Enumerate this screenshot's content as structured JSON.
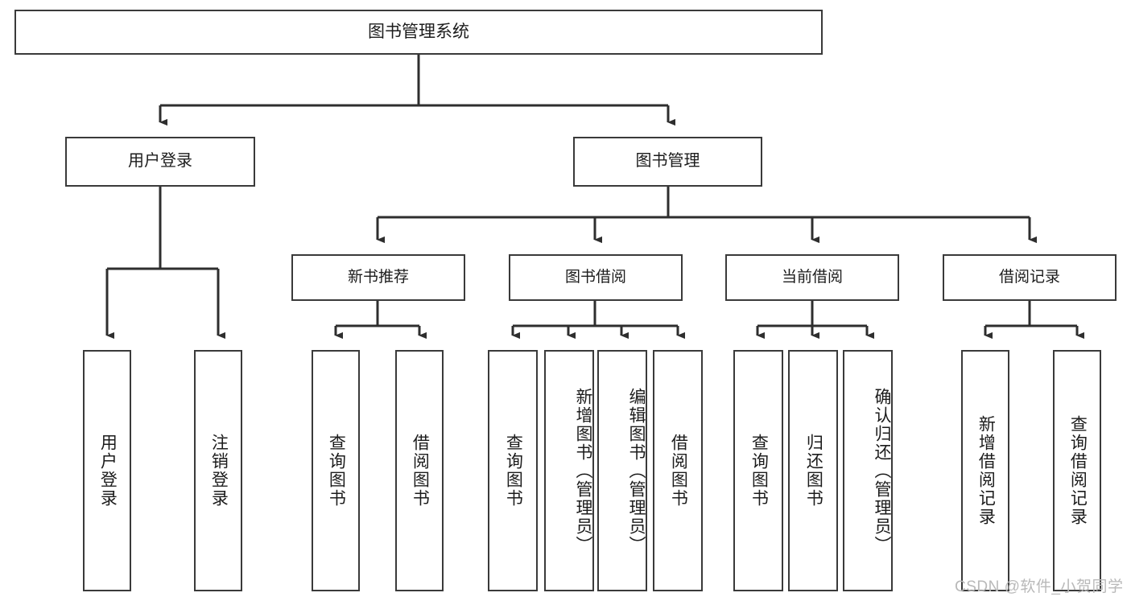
{
  "diagram": {
    "title": "图书管理系统",
    "type": "tree-hierarchy",
    "watermark": "CSDN @软件_小贺同学",
    "colors": {
      "border": "#3a3a3a",
      "fill": "#ffffff",
      "text": "#1c1c1c",
      "watermark": "#b9b9b9"
    },
    "root": {
      "label": "图书管理系统"
    },
    "level2": [
      {
        "label": "用户登录"
      },
      {
        "label": "图书管理"
      }
    ],
    "level3": [
      {
        "label": "新书推荐"
      },
      {
        "label": "图书借阅"
      },
      {
        "label": "当前借阅"
      },
      {
        "label": "借阅记录"
      }
    ],
    "leaves": {
      "user_login": [
        {
          "label": "用户登录"
        },
        {
          "label": "注销登录"
        }
      ],
      "new_book_recommend": [
        {
          "label": "查询图书"
        },
        {
          "label": "借阅图书"
        }
      ],
      "book_borrow": [
        {
          "label": "查询图书"
        },
        {
          "label": "新增图书（管理员）"
        },
        {
          "label": "编辑图书（管理员）"
        },
        {
          "label": "借阅图书"
        }
      ],
      "current_borrow": [
        {
          "label": "查询图书"
        },
        {
          "label": "归还图书"
        },
        {
          "label": "确认归还（管理员）"
        }
      ],
      "borrow_records": [
        {
          "label": "新增借阅记录"
        },
        {
          "label": "查询借阅记录"
        }
      ]
    }
  }
}
